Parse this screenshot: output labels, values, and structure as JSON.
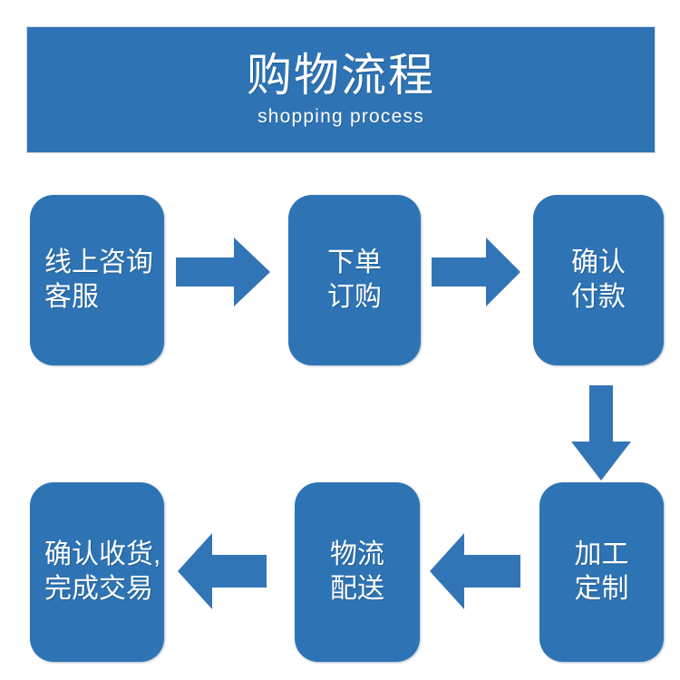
{
  "header": {
    "title": "购物流程",
    "subtitle": "shopping process",
    "background_color": "#2e74b5",
    "text_color": "#ffffff"
  },
  "theme": {
    "accent_color": "#2e74b5",
    "arrow_color": "#3275b6",
    "page_background": "#ffffff"
  },
  "flow": {
    "nodes": [
      {
        "id": "node-1",
        "lines": [
          "线上咨询",
          "客服"
        ],
        "order": 1
      },
      {
        "id": "node-2",
        "lines": [
          "下单",
          "订购"
        ],
        "order": 2
      },
      {
        "id": "node-3",
        "lines": [
          "确认",
          "付款"
        ],
        "order": 3
      },
      {
        "id": "node-4",
        "lines": [
          "加工",
          "定制"
        ],
        "order": 4
      },
      {
        "id": "node-5",
        "lines": [
          "物流",
          "配送"
        ],
        "order": 5
      },
      {
        "id": "node-6",
        "lines": [
          "确认收货,",
          "完成交易"
        ],
        "order": 6
      }
    ],
    "connectors": [
      {
        "id": "arrow-1",
        "direction": "right",
        "from": "node-1",
        "to": "node-2"
      },
      {
        "id": "arrow-2",
        "direction": "right",
        "from": "node-2",
        "to": "node-3"
      },
      {
        "id": "arrow-down",
        "direction": "down",
        "from": "node-3",
        "to": "node-4"
      },
      {
        "id": "arrow-3",
        "direction": "left",
        "from": "node-4",
        "to": "node-5"
      },
      {
        "id": "arrow-4",
        "direction": "left",
        "from": "node-5",
        "to": "node-6"
      }
    ]
  }
}
